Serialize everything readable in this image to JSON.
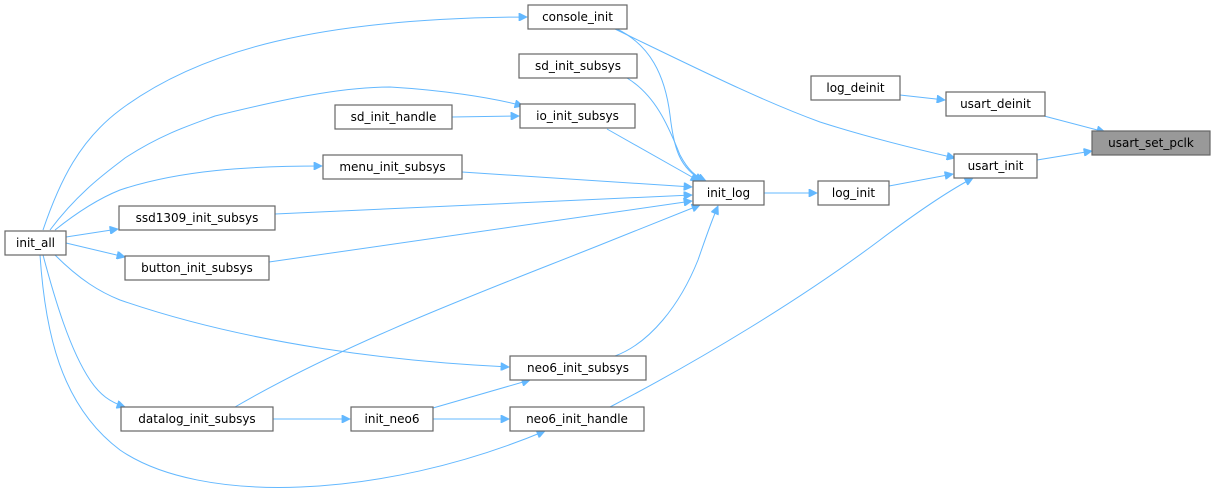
{
  "graph": {
    "type": "caller-graph",
    "focus_node": "usart_set_pclk",
    "colors": {
      "edge": "#63b8ff",
      "node_border": "#666666",
      "focus_fill": "#999999"
    },
    "nodes": {
      "console_init": "console_init",
      "sd_init_subsys": "sd_init_subsys",
      "log_deinit": "log_deinit",
      "usart_deinit": "usart_deinit",
      "usart_set_pclk": "usart_set_pclk",
      "sd_init_handle": "sd_init_handle",
      "io_init_subsys": "io_init_subsys",
      "usart_init": "usart_init",
      "menu_init_subsys": "menu_init_subsys",
      "init_log": "init_log",
      "log_init": "log_init",
      "ssd1309_init_subsys": "ssd1309_init_subsys",
      "init_all": "init_all",
      "button_init_subsys": "button_init_subsys",
      "neo6_init_subsys": "neo6_init_subsys",
      "datalog_init_subsys": "datalog_init_subsys",
      "init_neo6": "init_neo6",
      "neo6_init_handle": "neo6_init_handle"
    },
    "edges": [
      [
        "init_all",
        "console_init"
      ],
      [
        "init_all",
        "io_init_subsys"
      ],
      [
        "init_all",
        "menu_init_subsys"
      ],
      [
        "init_all",
        "ssd1309_init_subsys"
      ],
      [
        "init_all",
        "button_init_subsys"
      ],
      [
        "init_all",
        "neo6_init_subsys"
      ],
      [
        "init_all",
        "datalog_init_subsys"
      ],
      [
        "init_all",
        "neo6_init_handle"
      ],
      [
        "sd_init_handle",
        "io_init_subsys"
      ],
      [
        "console_init",
        "init_log"
      ],
      [
        "sd_init_subsys",
        "init_log"
      ],
      [
        "io_init_subsys",
        "init_log"
      ],
      [
        "menu_init_subsys",
        "init_log"
      ],
      [
        "ssd1309_init_subsys",
        "init_log"
      ],
      [
        "button_init_subsys",
        "init_log"
      ],
      [
        "datalog_init_subsys",
        "init_log"
      ],
      [
        "neo6_init_subsys",
        "init_log"
      ],
      [
        "console_init",
        "usart_init"
      ],
      [
        "init_log",
        "log_init"
      ],
      [
        "log_init",
        "usart_init"
      ],
      [
        "neo6_init_handle",
        "usart_init"
      ],
      [
        "log_deinit",
        "usart_deinit"
      ],
      [
        "usart_deinit",
        "usart_set_pclk"
      ],
      [
        "usart_init",
        "usart_set_pclk"
      ],
      [
        "datalog_init_subsys",
        "init_neo6"
      ],
      [
        "init_neo6",
        "neo6_init_subsys"
      ],
      [
        "init_neo6",
        "neo6_init_handle"
      ]
    ]
  }
}
